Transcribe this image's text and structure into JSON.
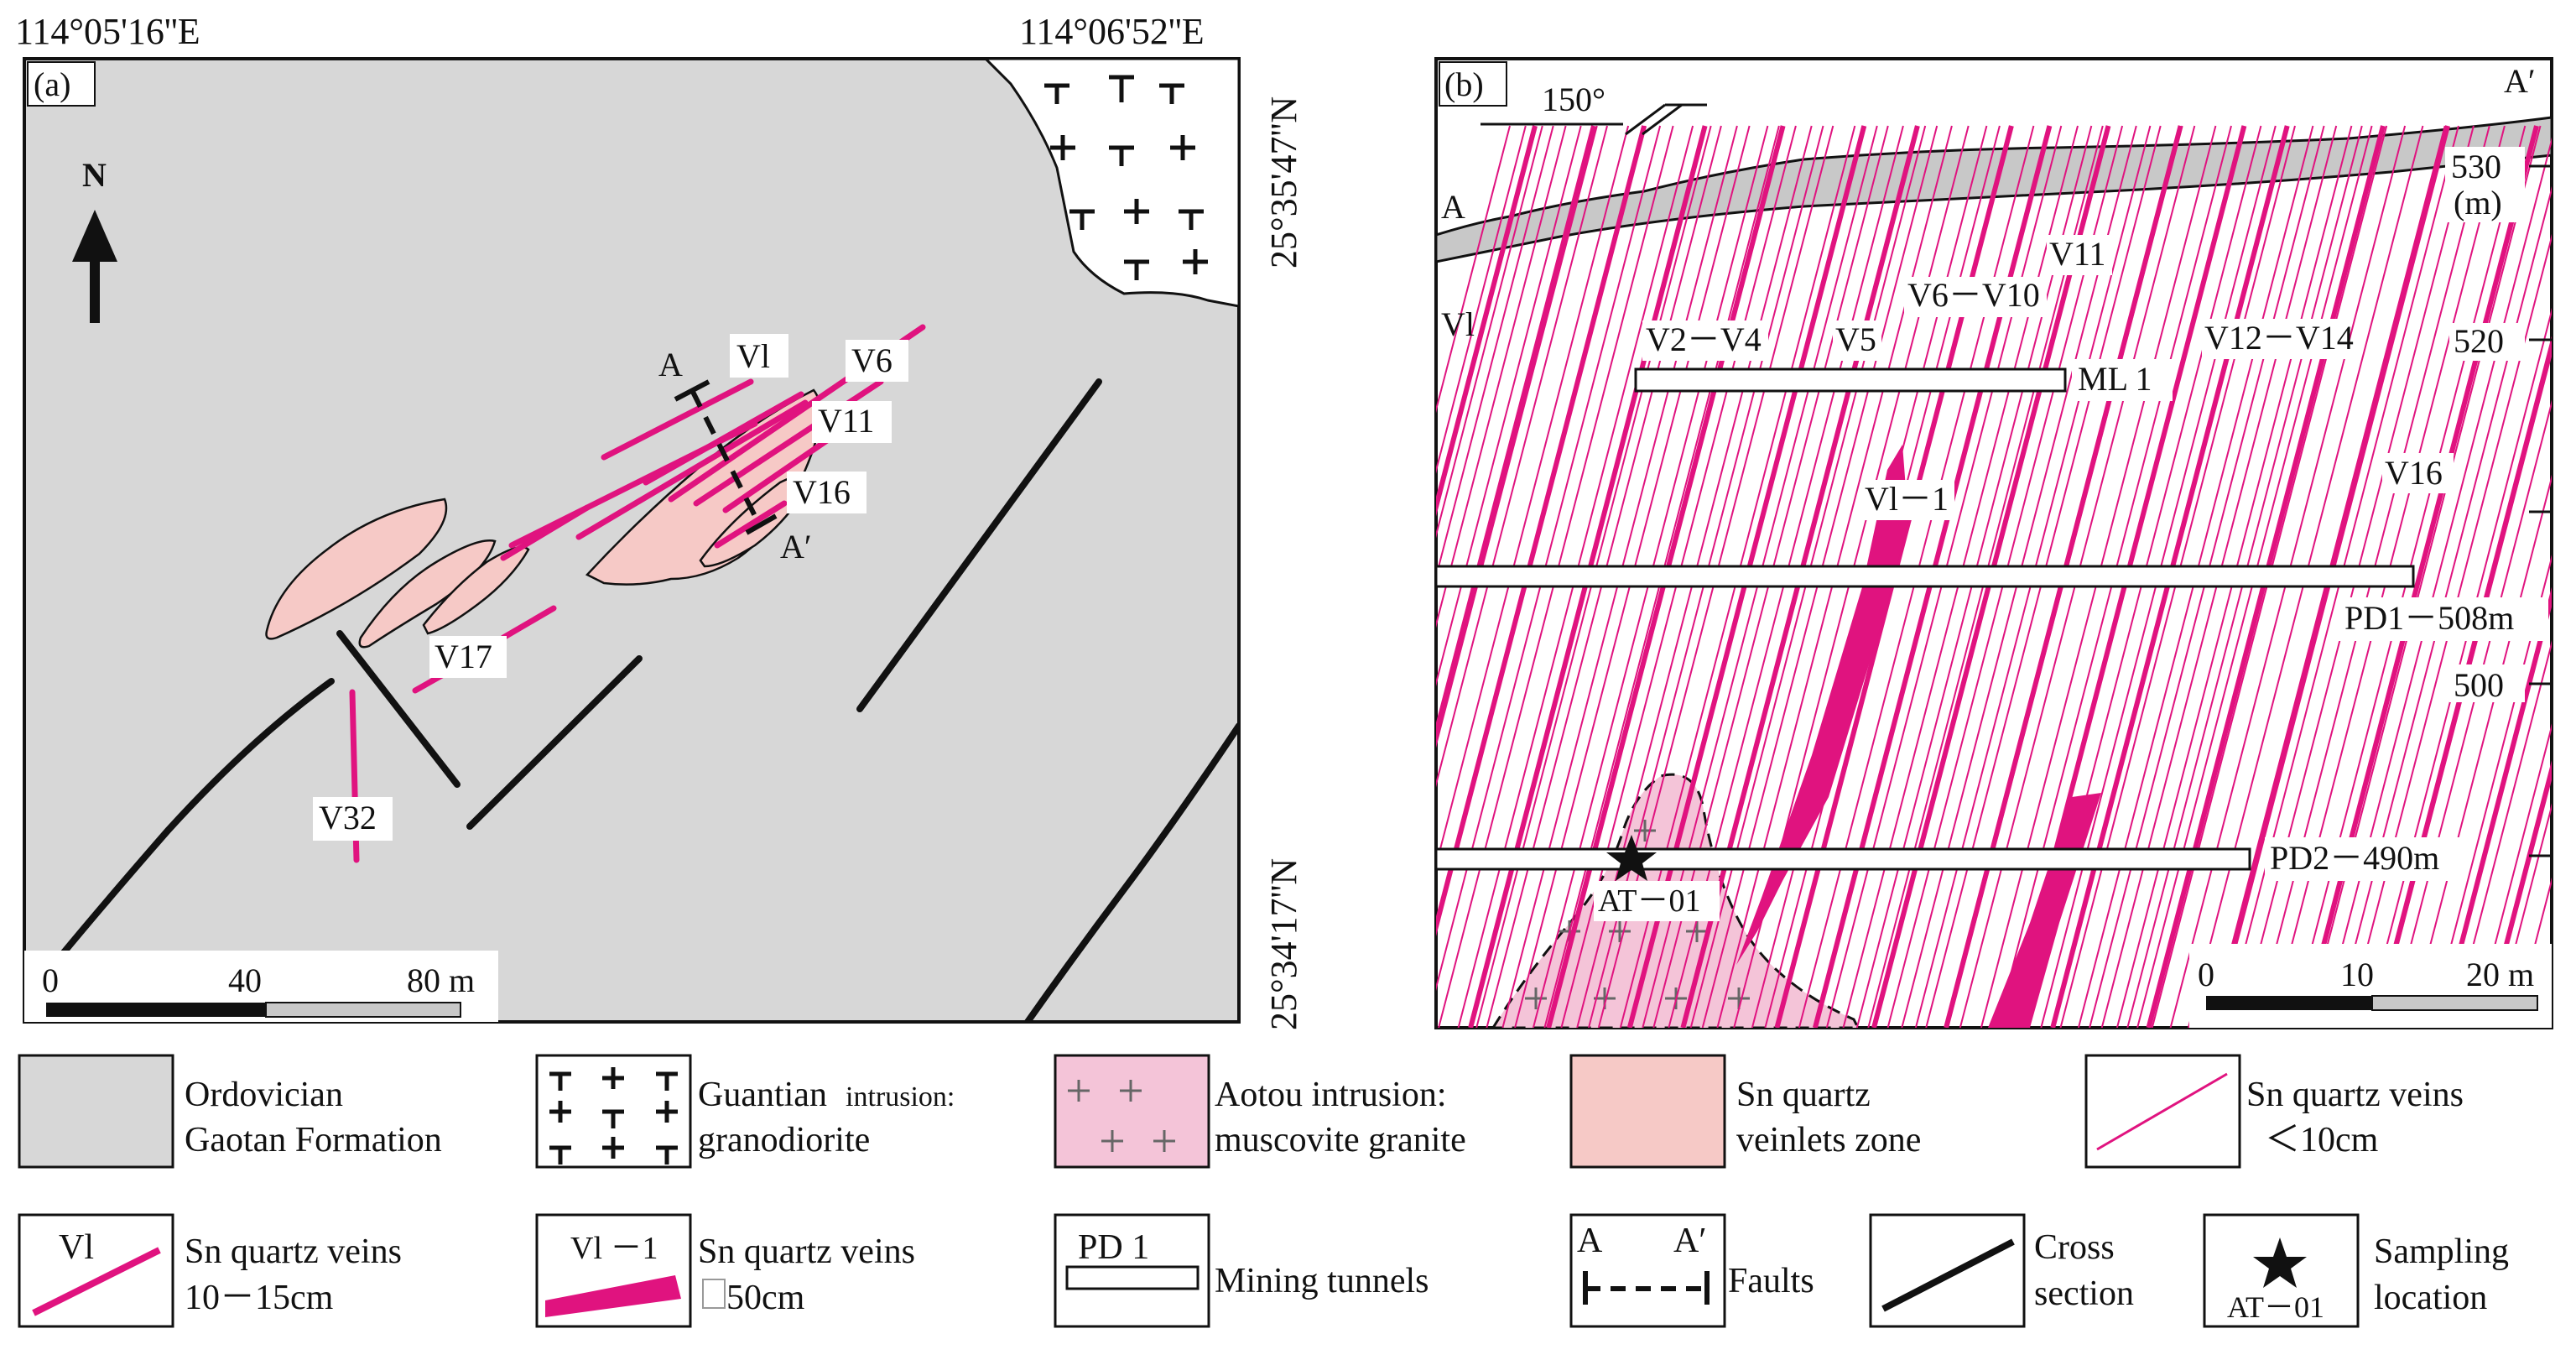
{
  "colors": {
    "background": "#ffffff",
    "host_rock": "#d7d7d7",
    "overburden": "#c8c8c8",
    "granite_pink": "#f4c4d8",
    "veinlet_zone": "#f6c9c6",
    "vein_magenta": "#e0137f",
    "line_black": "#111111"
  },
  "panel_a": {
    "label": "(a)",
    "coord_top_left": "114°05'16''E",
    "coord_top_right": "114°06'52''E",
    "coord_right_upper": "25°35'47''N",
    "coord_right_lower": "25°34'17''N",
    "north_label": "N",
    "section_start": "A",
    "section_end": "A′",
    "vein_labels": [
      "Vl",
      "V6",
      "V11",
      "V16",
      "V17",
      "V32"
    ],
    "scale_labels": [
      "0",
      "40",
      "80 m"
    ]
  },
  "panel_b": {
    "label": "(b)",
    "azimuth": "150°",
    "section_start": "A",
    "section_end": "A′",
    "elevation_unit": "(m)",
    "elevation_ticks": [
      "530",
      "520",
      "500"
    ],
    "vein_labels": [
      "Vl",
      "V2－V4",
      "V5",
      "V6－V10",
      "V11",
      "V12－V14",
      "V16",
      "Vl－1"
    ],
    "tunnels": [
      "ML 1",
      "PD1－508m",
      "PD2－490m"
    ],
    "sample": "AT－01",
    "scale_labels": [
      "0",
      "10",
      "20 m"
    ]
  },
  "legend": [
    {
      "id": "gaotan",
      "lines": [
        "Ordovician",
        "Gaotan Formation"
      ]
    },
    {
      "id": "guantian",
      "lines": [
        "Guantian",
        "intrusion:",
        "granodiorite"
      ]
    },
    {
      "id": "aotou",
      "lines": [
        "Aotou intrusion:",
        "muscovite granite"
      ]
    },
    {
      "id": "veinlets",
      "lines": [
        "Sn quartz",
        "veinlets zone"
      ]
    },
    {
      "id": "thin-veins",
      "lines": [
        "Sn quartz veins",
        "＜10cm"
      ]
    },
    {
      "id": "medium-veins",
      "symbol_label": "Vl",
      "lines": [
        "Sn quartz veins",
        "10－15cm"
      ]
    },
    {
      "id": "thick-veins",
      "symbol_label": "Vl －1",
      "lines": [
        "Sn quartz veins",
        "50cm"
      ]
    },
    {
      "id": "tunnels",
      "symbol_label": "PD 1",
      "lines": [
        "Mining tunnels"
      ]
    },
    {
      "id": "faults",
      "symbol_label_left": "A",
      "symbol_label_right": "A′",
      "lines": [
        "Faults"
      ]
    },
    {
      "id": "cross-section",
      "lines": [
        "Cross",
        "section"
      ]
    },
    {
      "id": "sampling",
      "symbol_label": "AT－01",
      "lines": [
        "Sampling",
        "location"
      ]
    }
  ]
}
